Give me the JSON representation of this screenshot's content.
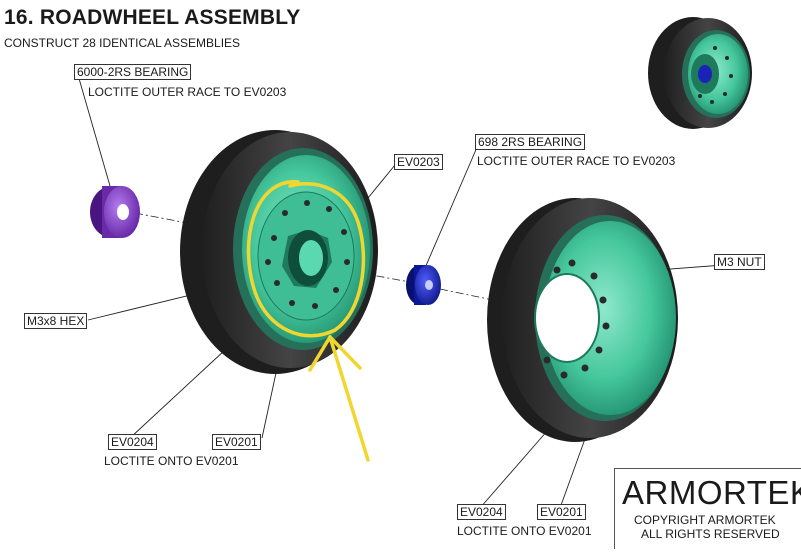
{
  "header": {
    "title": "16. ROADWHEEL ASSEMBLY",
    "subtitle": "CONSTRUCT 28 IDENTICAL ASSEMBLIES"
  },
  "callouts": {
    "bearing_6000": {
      "part": "6000-2RS BEARING",
      "note": "LOCTITE OUTER RACE TO EV0203"
    },
    "bearing_698": {
      "part": "698 2RS BEARING",
      "note": "LOCTITE OUTER RACE TO EV0203"
    },
    "ev0203": "EV0203",
    "m3x8_hex": "M3x8 HEX",
    "m3_nut": "M3 NUT",
    "left_ev0204": "EV0204",
    "left_ev0201": "EV0201",
    "left_note": "LOCTITE ONTO EV0201",
    "right_ev0204": "EV0204",
    "right_ev0201": "EV0201",
    "right_note": "LOCTITE ONTO EV0201"
  },
  "logo": {
    "name": "ARMORTEK",
    "copyright_line1": "COPYRIGHT ARMORTEK",
    "copyright_line2": "ALL RIGHTS RESERVED"
  },
  "colors": {
    "tyre": "#3a3a3a",
    "hub": "#4fcfa6",
    "bearing_6000": "#8a3fc9",
    "bearing_698": "#1a23b8",
    "highlight": "#f2d630"
  }
}
